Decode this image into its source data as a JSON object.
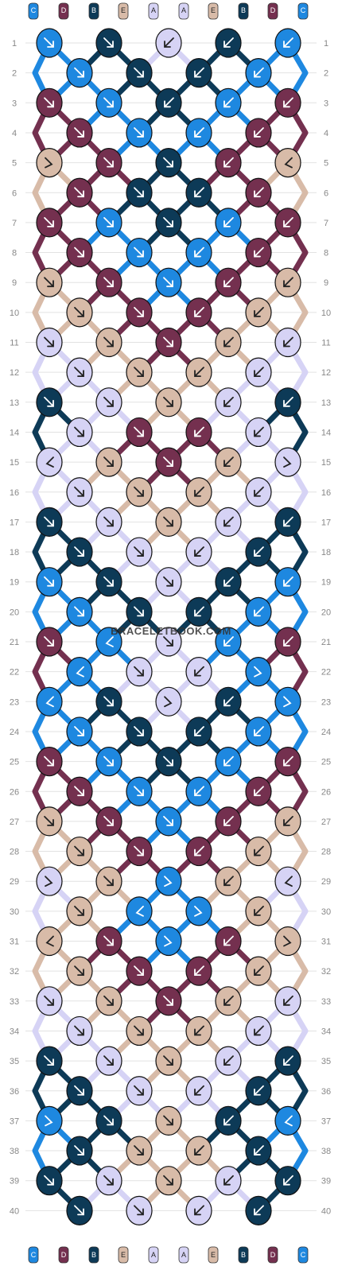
{
  "pattern": {
    "watermark": "BRACELETBOOK.COM",
    "strand_colors": {
      "A": "#d6d3f5",
      "B": "#0d3a57",
      "C": "#1e88e0",
      "D": "#74304f",
      "E": "#d8bba8"
    },
    "top_strands": [
      "C",
      "D",
      "B",
      "E",
      "A",
      "A",
      "E",
      "B",
      "D",
      "C"
    ],
    "bottom_strands": [
      "C",
      "D",
      "B",
      "E",
      "A",
      "A",
      "E",
      "B",
      "D",
      "C"
    ],
    "row_count": 40,
    "rows": [
      "1",
      "2",
      "3",
      "4",
      "5",
      "6",
      "7",
      "8",
      "9",
      "10",
      "11",
      "12",
      "13",
      "14",
      "15",
      "16",
      "17",
      "18",
      "19",
      "20",
      "21",
      "22",
      "23",
      "24",
      "25",
      "26",
      "27",
      "28",
      "29",
      "30",
      "31",
      "32",
      "33",
      "34",
      "35",
      "36",
      "37",
      "38",
      "39",
      "40"
    ],
    "knots": [
      "CBAB C",
      "CBBC",
      "DCBCD",
      "DCCD",
      "EDBDE",
      "DBBD",
      "DCBCD",
      "DCCD",
      "EDCDE",
      "EDDE",
      "AEDEA",
      "AEEA",
      "BAEAB",
      "ADDA",
      "AEDEA",
      "AEEA",
      "BAEAB",
      "BAAB",
      "CBABC",
      "CBBC",
      "DCAC D",
      "CAAC",
      "CBABC",
      "CBBC",
      "DCBCD",
      "DCCD",
      "EDCDE",
      "EDDE",
      "AECEA",
      "ECCE",
      "EDCDE",
      "EDDE",
      "AEDEA",
      "AEEA",
      "BAEAB",
      "BAAB",
      "CBEBC",
      "BEEB",
      "BAEAB",
      "BAAB"
    ],
    "arrows": [
      "RRLL L",
      "RRLL",
      "RRLLL",
      "RRLL",
      "rRRLl",
      "RRLL",
      "RRRLL",
      "RRLL",
      "RRRLL",
      "RRLL",
      "RRRLL",
      "RRLL",
      "RRRLL",
      "RRLL",
      "lRRLr",
      "RRLL",
      "RRRLL",
      "RRLL",
      "RRRLL",
      "RRLL",
      "RlRLL",
      "lRLr",
      "lRrLr",
      "RRLL",
      "RRRLL",
      "RRLL",
      "RRRLL",
      "RRLL",
      "rRrLl",
      "RlrL",
      "lRrLr",
      "RRLL",
      "RRRLL",
      "RRLL",
      "RRRLL",
      "RRLL",
      "rRRLl",
      "RRLL",
      "RRRLL",
      "RRLL"
    ]
  }
}
